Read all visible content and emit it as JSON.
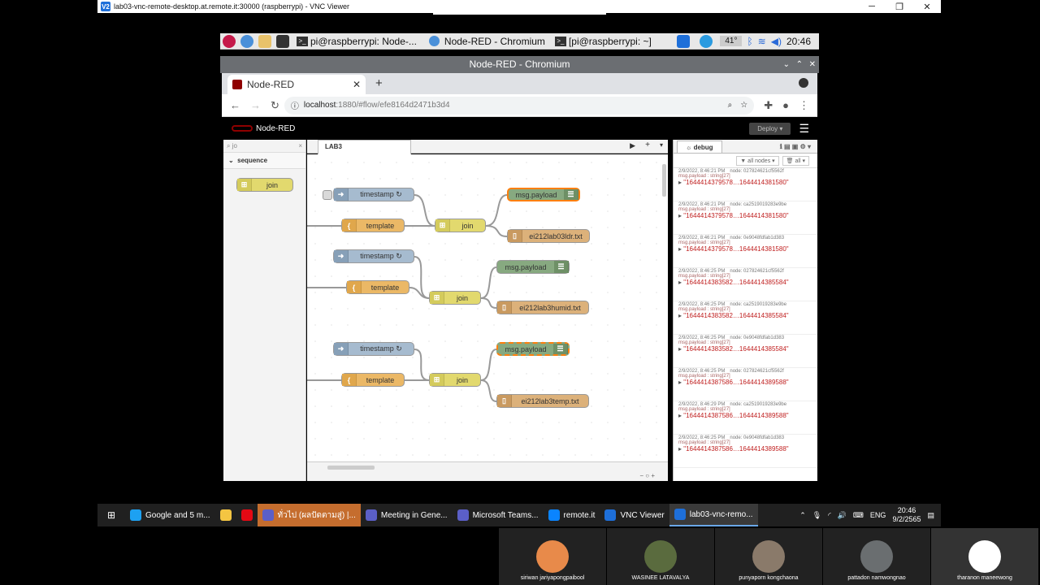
{
  "vnc": {
    "title": "lab03-vnc-remote-desktop.at.remote.it:30000 (raspberrypi) - VNC Viewer",
    "logo": "V2"
  },
  "pi_taskbar": {
    "tasks": [
      {
        "label": "pi@raspberrypi: Node-..."
      },
      {
        "label": "Node-RED - Chromium"
      },
      {
        "label": "[pi@raspberrypi: ~]"
      }
    ],
    "temp": "41°",
    "time": "20:46"
  },
  "chromium": {
    "window_title": "Node-RED - Chromium",
    "tab_title": "Node-RED",
    "url_host": "localhost",
    "url_rest": ":1880/#flow/efe8164d2471b3d4"
  },
  "nodered": {
    "brand": "Node-RED",
    "deploy_label": "Deploy",
    "palette": {
      "search": "jo",
      "category": "sequence",
      "node": "join"
    },
    "flow_tab": "LAB3",
    "flows": [
      {
        "timestamp": "timestamp ↻",
        "template": "template",
        "join": "join",
        "debug": "msg.payload",
        "file": "ei212lab03ldr.txt"
      },
      {
        "timestamp": "timestamp ↻",
        "template": "template",
        "join": "join",
        "debug": "msg.payload",
        "file": "ei212lab3humid.txt"
      },
      {
        "timestamp": "timestamp ↻",
        "template": "template",
        "join": "join",
        "debug": "msg.payload",
        "file": "ei212lab3temp.txt"
      }
    ],
    "debug": {
      "tab": "debug",
      "filter_nodes": "all nodes",
      "filter_all": "all",
      "messages": [
        {
          "time": "2/9/2022, 8:46:21 PM",
          "node": "node: 027824621cf5562f",
          "type": "msg.payload : string[27]",
          "value": "\"1644414379578…1644414381580\""
        },
        {
          "time": "2/9/2022, 8:46:21 PM",
          "node": "node: ca2519019283e9be",
          "type": "msg.payload : string[27]",
          "value": "\"1644414379578…1644414381580\""
        },
        {
          "time": "2/9/2022, 8:46:21 PM",
          "node": "node: 0e9048fdfab1d383",
          "type": "msg.payload : string[27]",
          "value": "\"1644414379578…1644414381580\""
        },
        {
          "time": "2/9/2022, 8:46:25 PM",
          "node": "node: 027824621cf5562f",
          "type": "msg.payload : string[27]",
          "value": "\"1644414383582…1644414385584\""
        },
        {
          "time": "2/9/2022, 8:46:25 PM",
          "node": "node: ca2519019283e9be",
          "type": "msg.payload : string[27]",
          "value": "\"1644414383582…1644414385584\""
        },
        {
          "time": "2/9/2022, 8:46:25 PM",
          "node": "node: 0e9048fdfab1d383",
          "type": "msg.payload : string[27]",
          "value": "\"1644414383582…1644414385584\""
        },
        {
          "time": "2/9/2022, 8:46:25 PM",
          "node": "node: 027824621cf5562f",
          "type": "msg.payload : string[27]",
          "value": "\"1644414387586…1644414389588\""
        },
        {
          "time": "2/9/2022, 8:46:29 PM",
          "node": "node: ca2519019283e9be",
          "type": "msg.payload : string[27]",
          "value": "\"1644414387586…1644414389588\""
        },
        {
          "time": "2/9/2022, 8:46:25 PM",
          "node": "node: 0e9048fdfab1d383",
          "type": "msg.payload : string[27]",
          "value": "\"1644414387586…1644414389588\""
        }
      ]
    }
  },
  "windows_taskbar": {
    "tasks": [
      {
        "label": "Google and 5 m...",
        "color": "#1da1f2"
      },
      {
        "label": "",
        "color": "#f4c542"
      },
      {
        "label": "",
        "color": "#e50914"
      },
      {
        "label": "ทั่วไป (ผลปัดตามสู่) |...",
        "color": "#5b5fc7"
      },
      {
        "label": "Meeting in Gene...",
        "color": "#5b5fc7"
      },
      {
        "label": "Microsoft Teams...",
        "color": "#5b5fc7"
      },
      {
        "label": "remote.it",
        "color": "#0a84ff"
      },
      {
        "label": "VNC Viewer",
        "color": "#1e6fd9"
      },
      {
        "label": "lab03-vnc-remo...",
        "color": "#1e6fd9"
      }
    ],
    "lang": "ENG",
    "time": "20:46",
    "date": "9/2/2565"
  },
  "participants": [
    {
      "name": "siriwan jariyapongpaibool",
      "color": "#e88a4a"
    },
    {
      "name": "WASINEE LATAVALYA",
      "color": "#5a6b3e"
    },
    {
      "name": "punyaporn kongchaona",
      "color": "#8a7a6a"
    },
    {
      "name": "pattadon namwongnao",
      "color": "#6a6e70"
    },
    {
      "name": "tharanon maneewong",
      "color": "#ffffff"
    }
  ]
}
